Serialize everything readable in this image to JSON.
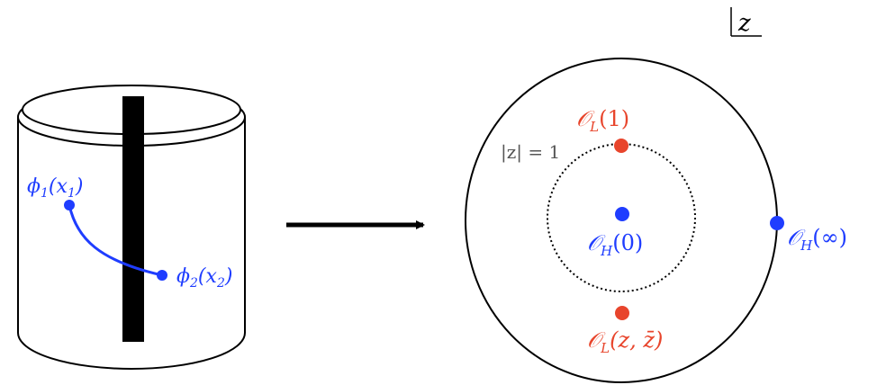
{
  "colors": {
    "blue": "#1f3dff",
    "red": "#e8452c",
    "black": "#000000",
    "gray": "#555555"
  },
  "corner_label": {
    "text": "z"
  },
  "cylinder": {
    "field_1": {
      "symbol": "ϕ",
      "index": "1",
      "arg": "x",
      "arg_index": "1"
    },
    "field_2": {
      "symbol": "ϕ",
      "index": "2",
      "arg": "x",
      "arg_index": "2"
    }
  },
  "plane": {
    "unit_circle_label": "|z| = 1",
    "op_light_one": {
      "symbol": "𝒪",
      "index": "L",
      "arg": "(1)"
    },
    "op_heavy_zero": {
      "symbol": "𝒪",
      "index": "H",
      "arg": "(0)"
    },
    "op_heavy_inf": {
      "symbol": "𝒪",
      "index": "H",
      "arg": "(∞)"
    },
    "op_light_z": {
      "symbol": "𝒪",
      "index": "L",
      "arg": "(z, z̄)"
    }
  }
}
